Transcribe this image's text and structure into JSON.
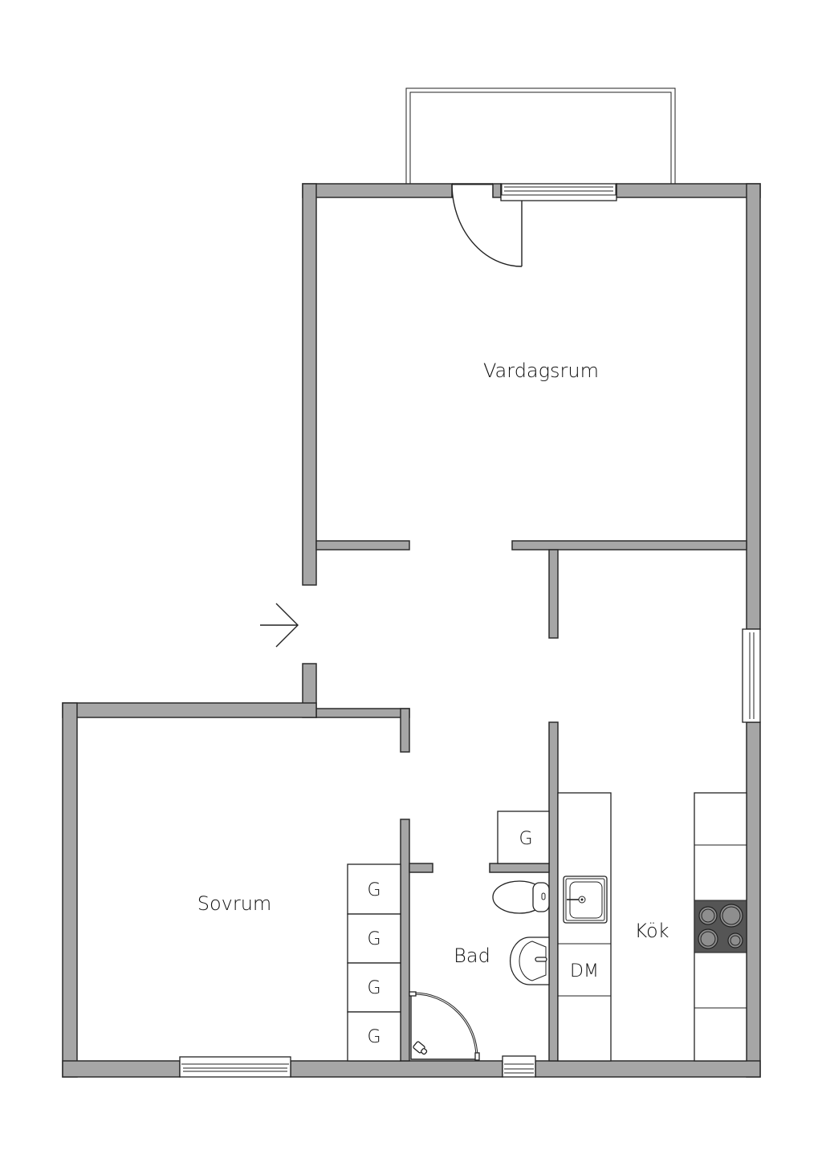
{
  "floorplan": {
    "rooms": [
      {
        "id": "living",
        "label": "Vardagsrum"
      },
      {
        "id": "bedroom",
        "label": "Sovrum"
      },
      {
        "id": "bathroom",
        "label": "Bad"
      },
      {
        "id": "kitchen",
        "label": "Kök"
      }
    ],
    "wardrobes": [
      {
        "label": "G"
      },
      {
        "label": "G"
      },
      {
        "label": "G"
      },
      {
        "label": "G"
      },
      {
        "label": "G"
      }
    ],
    "appliances": {
      "dishwasher": "DM"
    },
    "entrance": "entrance-arrow",
    "colors": {
      "wall": "#a6a6a6",
      "outline": "#2b2b2b",
      "hob": "#555555",
      "background": "#ffffff"
    }
  }
}
